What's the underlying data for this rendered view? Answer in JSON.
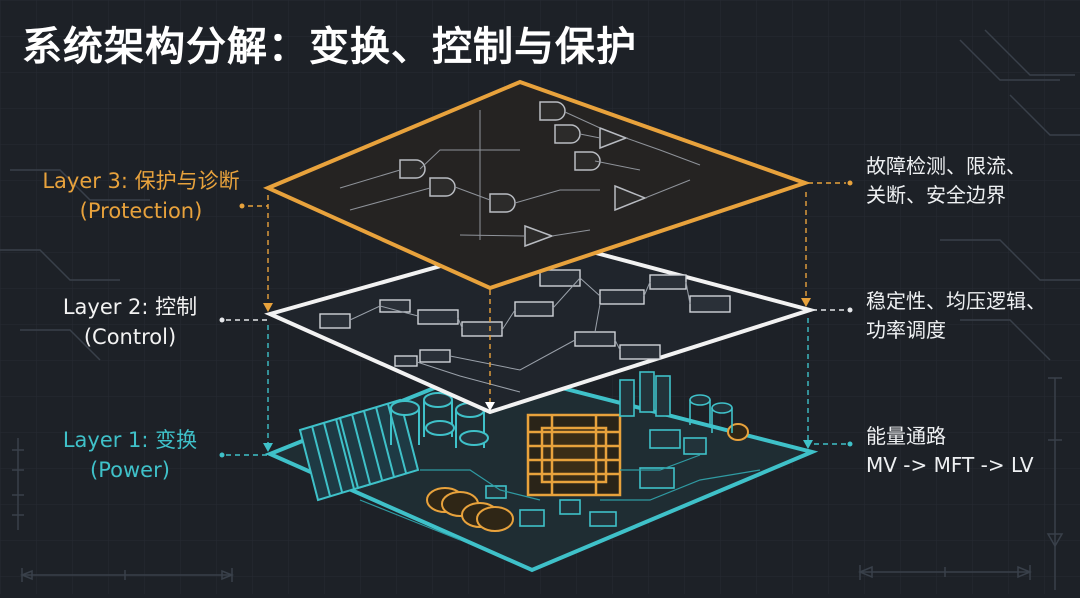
{
  "title": "系统架构分解：变换、控制与保护",
  "colors": {
    "background": "#1d2127",
    "protection": "#e8a23c",
    "control": "#f2f2f2",
    "power": "#3fc1c9",
    "text": "#eef0f2"
  },
  "layers": [
    {
      "name": "Layer 3: 保护与诊断",
      "sub": "(Protection)",
      "desc_lines": [
        "故障检测、限流、",
        "关断、安全边界"
      ]
    },
    {
      "name": "Layer 2: 控制",
      "sub": "(Control)",
      "desc_lines": [
        "稳定性、均压逻辑、",
        "功率调度"
      ]
    },
    {
      "name": "Layer 1: 变换",
      "sub": "(Power)",
      "desc_lines": [
        "能量通路",
        "MV -> MFT -> LV"
      ]
    }
  ]
}
